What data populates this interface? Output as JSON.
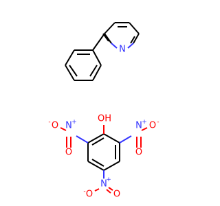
{
  "molecules": [
    {
      "id": "phenylpyridine",
      "atoms": [
        {
          "label": "N",
          "color": "#3333ff"
        }
      ]
    },
    {
      "id": "picric-acid",
      "atoms": [
        {
          "label": "OH",
          "color": "#ff0000"
        },
        {
          "label": "N",
          "charge": "+",
          "color": "#3333ff"
        },
        {
          "label": "O",
          "charge": "-",
          "color": "#ff0000"
        },
        {
          "label": "O",
          "color": "#ff0000"
        },
        {
          "label": "N",
          "charge": "+",
          "color": "#3333ff"
        },
        {
          "label": "O",
          "charge": "-",
          "color": "#ff0000"
        },
        {
          "label": "O",
          "color": "#ff0000"
        },
        {
          "label": "N",
          "charge": "+",
          "color": "#3333ff"
        },
        {
          "label": "O",
          "charge": "-",
          "color": "#ff0000"
        },
        {
          "label": "O",
          "color": "#ff0000"
        }
      ]
    }
  ]
}
